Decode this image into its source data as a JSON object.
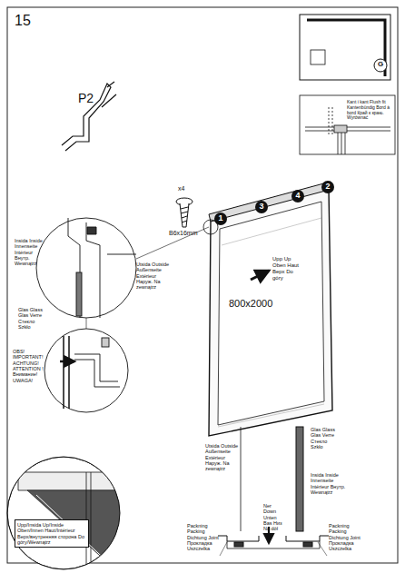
{
  "diagram": {
    "nodes": [
      {
        "text": [
          "Kant i kant Flush fit Kantenbündig Bord à bord Край к краю. Wyrównać"
        ]
      },
      {
        "text": [
          "Upp/Insida Up/Inside Oben/Innen Haut/Intérieur Верх/внутренняя сторона Do góry/Wewnątrz"
        ]
      }
    ],
    "labels": [
      "15",
      "P2",
      "x4",
      "B6x16mm",
      "1",
      "3",
      "4",
      "2",
      "Upp Up Oben Haut Верх Do góry",
      "800x2000",
      "Insida Inside Innenseite Intérieur Внутр. Wewnątrz",
      "Utsida Outside Außenseite Extérieur Наруж. Na zewnątrz",
      "Glas Glass Glas Verre Стекло Szkło",
      "OBS! IMPORTANT! ACHTUNG! ATTENTION ! Внимание! UWAGA!",
      "G",
      "Glas Glass Glas Verre Стекло Szkło",
      "Insida Inside Innenseite Intérieur Внутр. Wewnątrz",
      "Utsida Outside Außenseite Extérieur Наруж. Na zewnątrz",
      "Packning Packing Dichtung Joint Прокладка Uszczelka",
      "Ner Down Unten Bas Низ Na dół",
      "Packning Packing Dichtung Joint Прокладка Uszczelka"
    ]
  }
}
